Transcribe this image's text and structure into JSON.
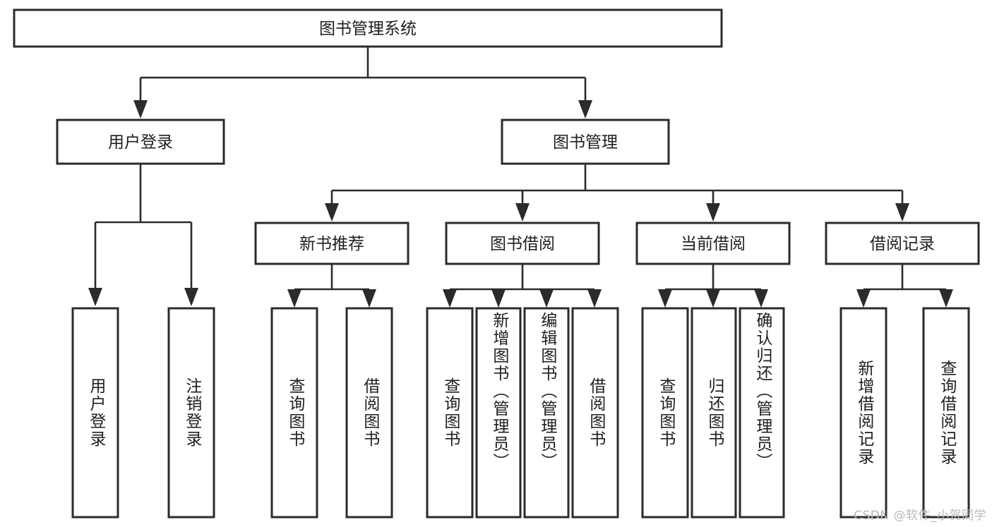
{
  "diagram": {
    "type": "tree-hierarchy",
    "title": "图书管理系统",
    "orientation": "top-down",
    "background_color": "#ffffff",
    "box_stroke_color": "#2b2b2b",
    "box_fill_color": "#ffffff",
    "text_color": "#1f1f1f",
    "root": {
      "id": "root",
      "label": "图书管理系统"
    },
    "level2": [
      {
        "id": "user-login",
        "label": "用户登录"
      },
      {
        "id": "book-management",
        "label": "图书管理"
      }
    ],
    "level3": [
      {
        "id": "new-book-recommend",
        "label": "新书推荐",
        "parent": "book-management"
      },
      {
        "id": "book-borrow",
        "label": "图书借阅",
        "parent": "book-management"
      },
      {
        "id": "current-borrow",
        "label": "当前借阅",
        "parent": "book-management"
      },
      {
        "id": "borrow-record",
        "label": "借阅记录",
        "parent": "book-management"
      }
    ],
    "leaves": [
      {
        "id": "leaf-user-login",
        "label": "用户登录",
        "parent": "user-login"
      },
      {
        "id": "leaf-logout",
        "label": "注销登录",
        "parent": "user-login"
      },
      {
        "id": "leaf-query-book-1",
        "label": "查询图书",
        "parent": "new-book-recommend"
      },
      {
        "id": "leaf-borrow-book-1",
        "label": "借阅图书",
        "parent": "new-book-recommend"
      },
      {
        "id": "leaf-query-book-2",
        "label": "查询图书",
        "parent": "book-borrow"
      },
      {
        "id": "leaf-add-book",
        "label": "新增图书（管理员）",
        "parent": "book-borrow"
      },
      {
        "id": "leaf-edit-book",
        "label": "编辑图书（管理员）",
        "parent": "book-borrow"
      },
      {
        "id": "leaf-borrow-book-2",
        "label": "借阅图书",
        "parent": "book-borrow"
      },
      {
        "id": "leaf-query-book-3",
        "label": "查询图书",
        "parent": "current-borrow"
      },
      {
        "id": "leaf-return-book",
        "label": "归还图书",
        "parent": "current-borrow"
      },
      {
        "id": "leaf-confirm-return",
        "label": "确认归还（管理员）",
        "parent": "current-borrow"
      },
      {
        "id": "leaf-add-record",
        "label": "新增借阅记录",
        "parent": "borrow-record"
      },
      {
        "id": "leaf-query-record",
        "label": "查询借阅记录",
        "parent": "borrow-record"
      }
    ],
    "watermark": "CSDN @软件_小贺同学"
  }
}
